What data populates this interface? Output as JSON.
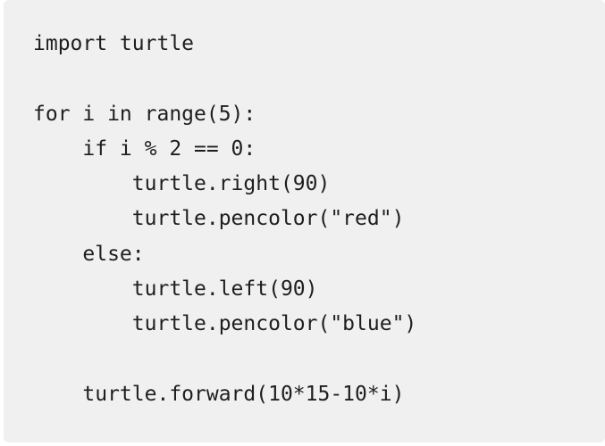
{
  "code": {
    "background_color": "#f0f0f0",
    "text_color": "#1e1e1e",
    "lines": [
      "import turtle",
      "",
      "for i in range(5):",
      "    if i % 2 == 0:",
      "        turtle.right(90)",
      "        turtle.pencolor(\"red\")",
      "    else:",
      "        turtle.left(90)",
      "        turtle.pencolor(\"blue\")",
      "",
      "    turtle.forward(10*15-10*i)"
    ]
  }
}
